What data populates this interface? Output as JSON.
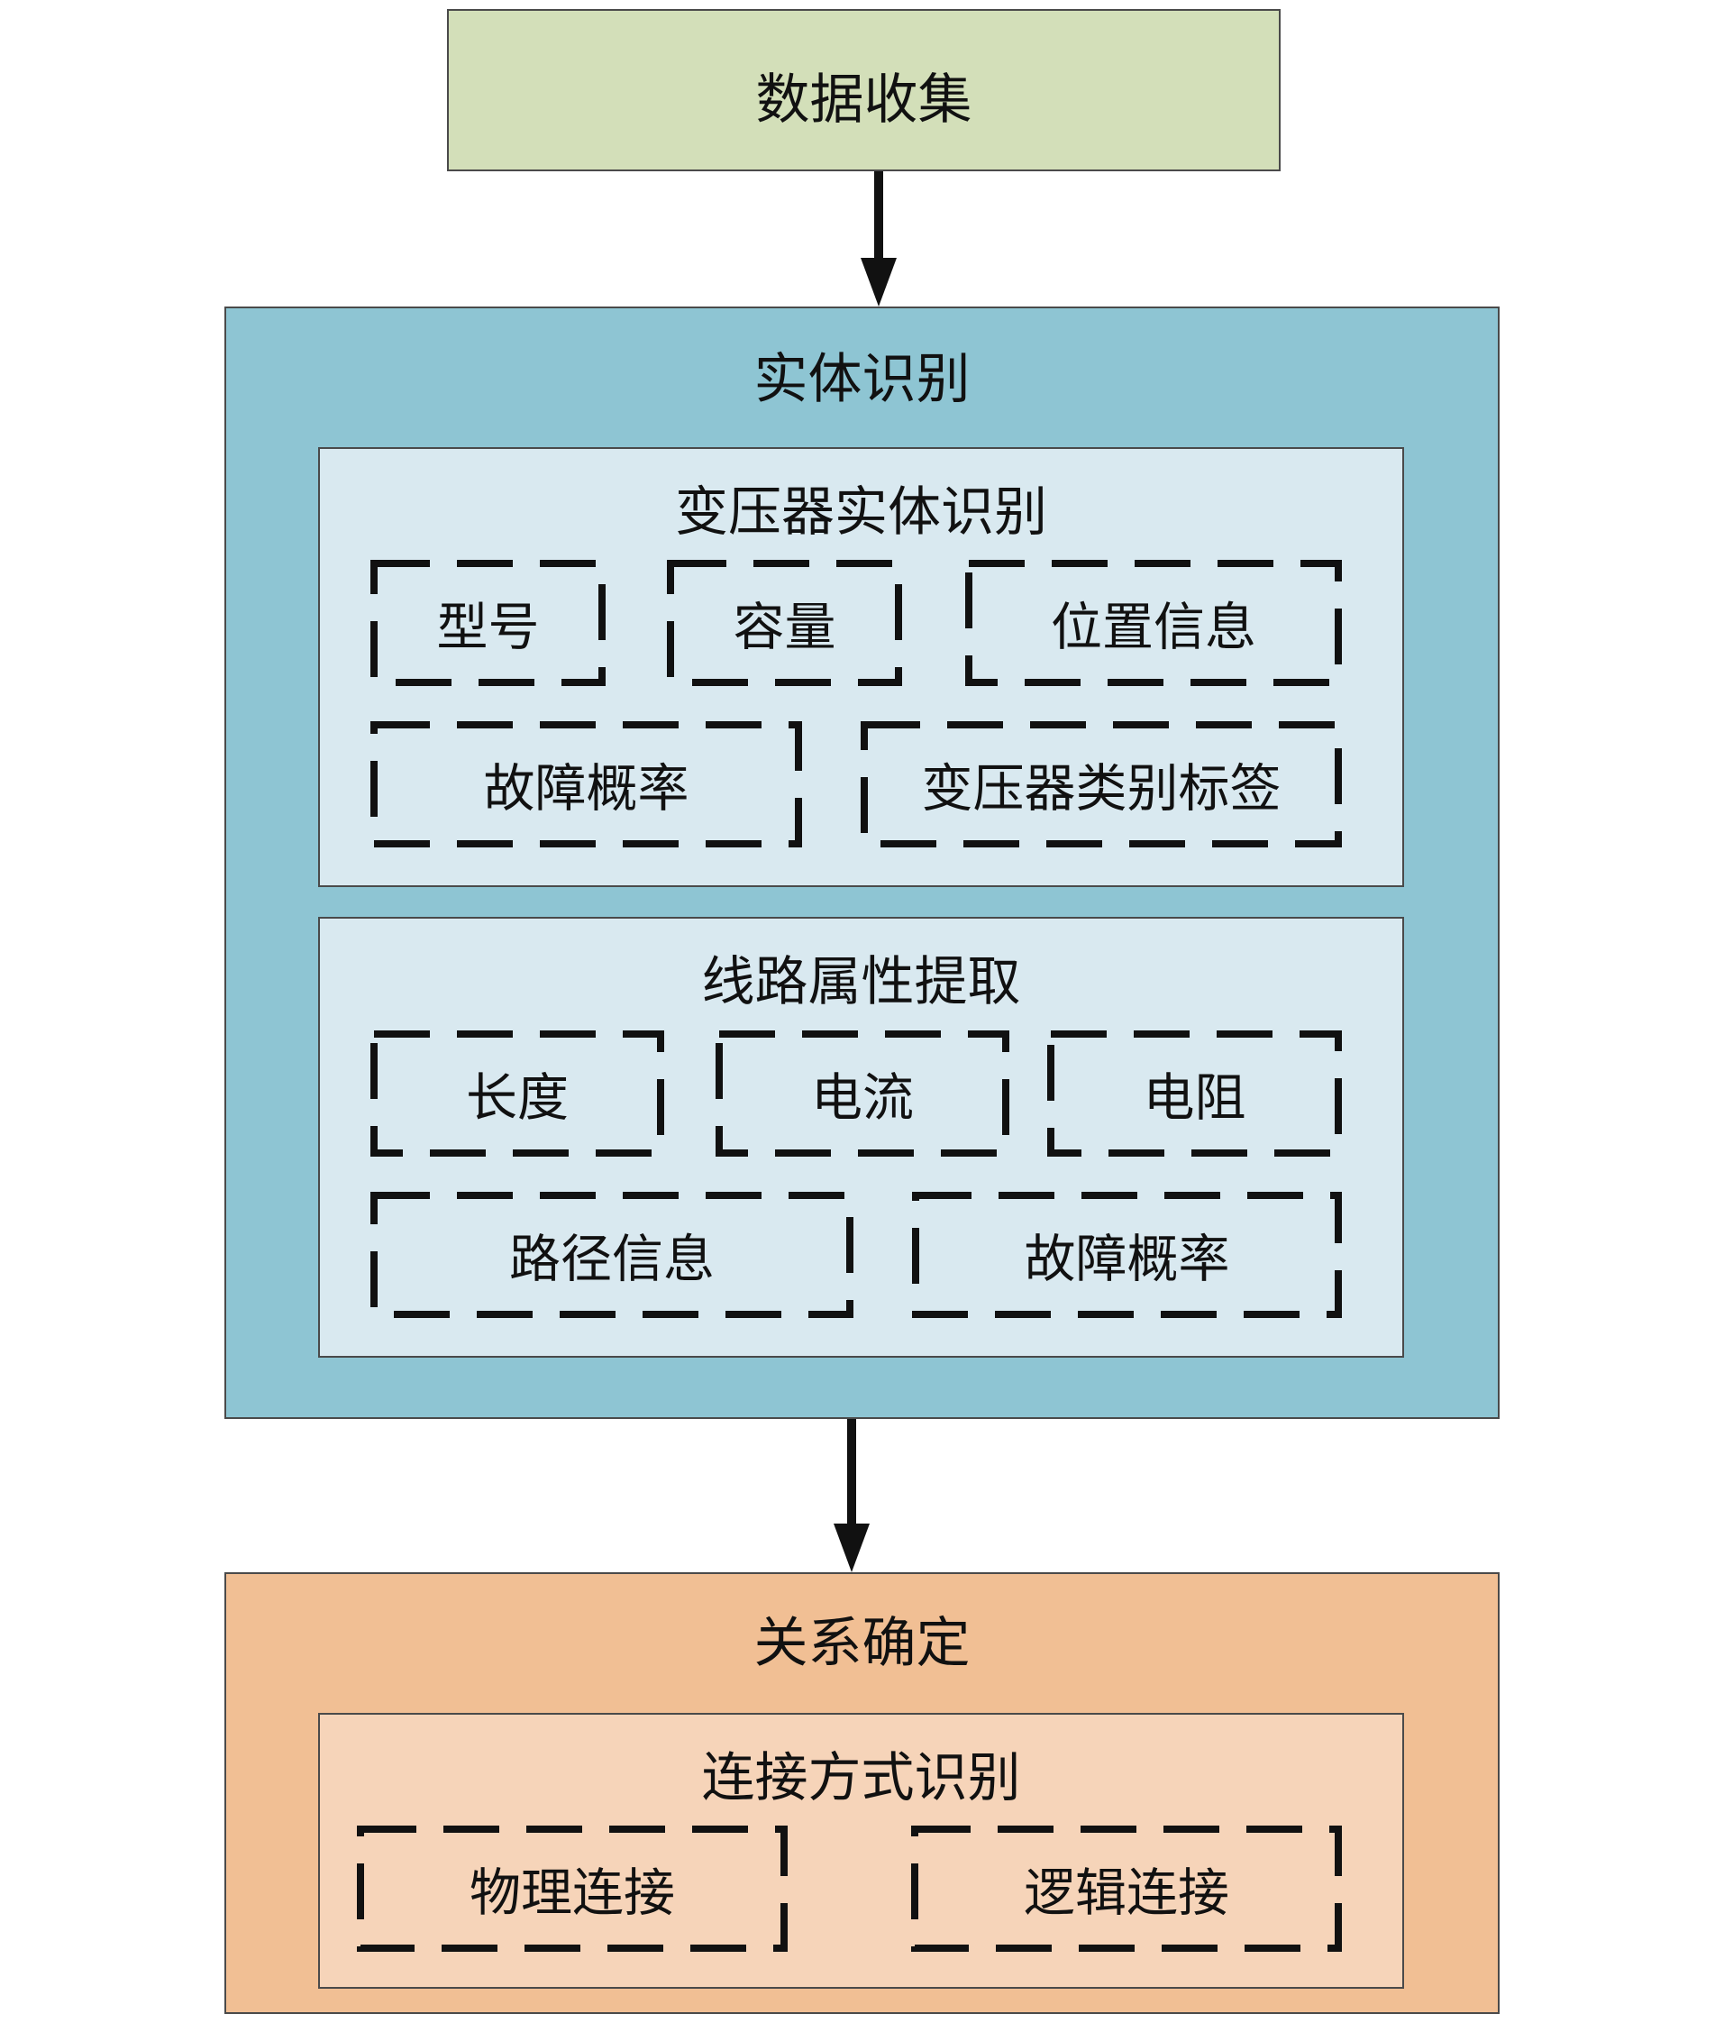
{
  "colors": {
    "data_box": "#d3dfb9",
    "entity_outer": "#8ec5d3",
    "entity_inner": "#d9e9f0",
    "relation_outer": "#f1bf94",
    "relation_inner": "#f6d4b9",
    "stroke": "#111111"
  },
  "data_collection": {
    "label": "数据收集"
  },
  "entity": {
    "title": "实体识别",
    "transformer": {
      "title": "变压器实体识别",
      "items": [
        "型号",
        "容量",
        "位置信息",
        "故障概率",
        "变压器类别标签"
      ]
    },
    "line": {
      "title": "线路属性提取",
      "items": [
        "长度",
        "电流",
        "电阻",
        "路径信息",
        "故障概率"
      ]
    }
  },
  "relation": {
    "title": "关系确定",
    "connection": {
      "title": "连接方式识别",
      "items": [
        "物理连接",
        "逻辑连接"
      ]
    }
  }
}
